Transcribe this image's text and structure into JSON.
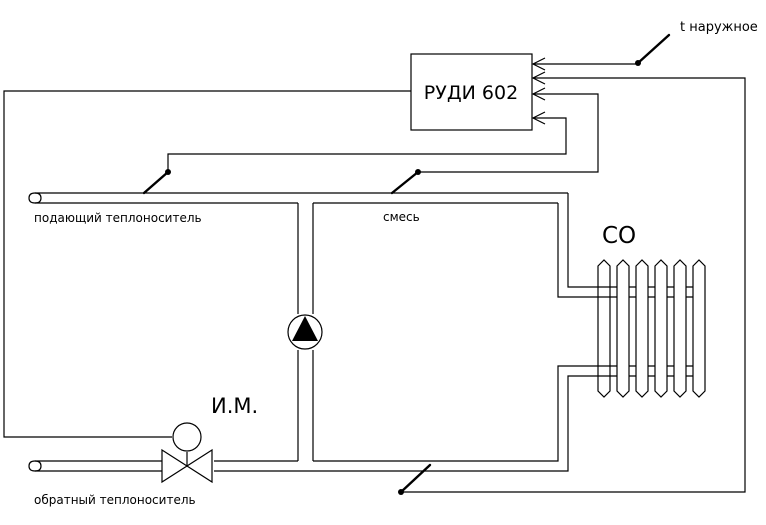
{
  "controller": {
    "label": "РУДИ 602"
  },
  "outdoor_sensor": {
    "label": "t наружное"
  },
  "supply": {
    "label": "подающий теплоноситель"
  },
  "mix": {
    "label": "смесь"
  },
  "radiator": {
    "label": "СО"
  },
  "actuator": {
    "label": "И.М."
  },
  "return": {
    "label": "обратный теплоноситель"
  }
}
